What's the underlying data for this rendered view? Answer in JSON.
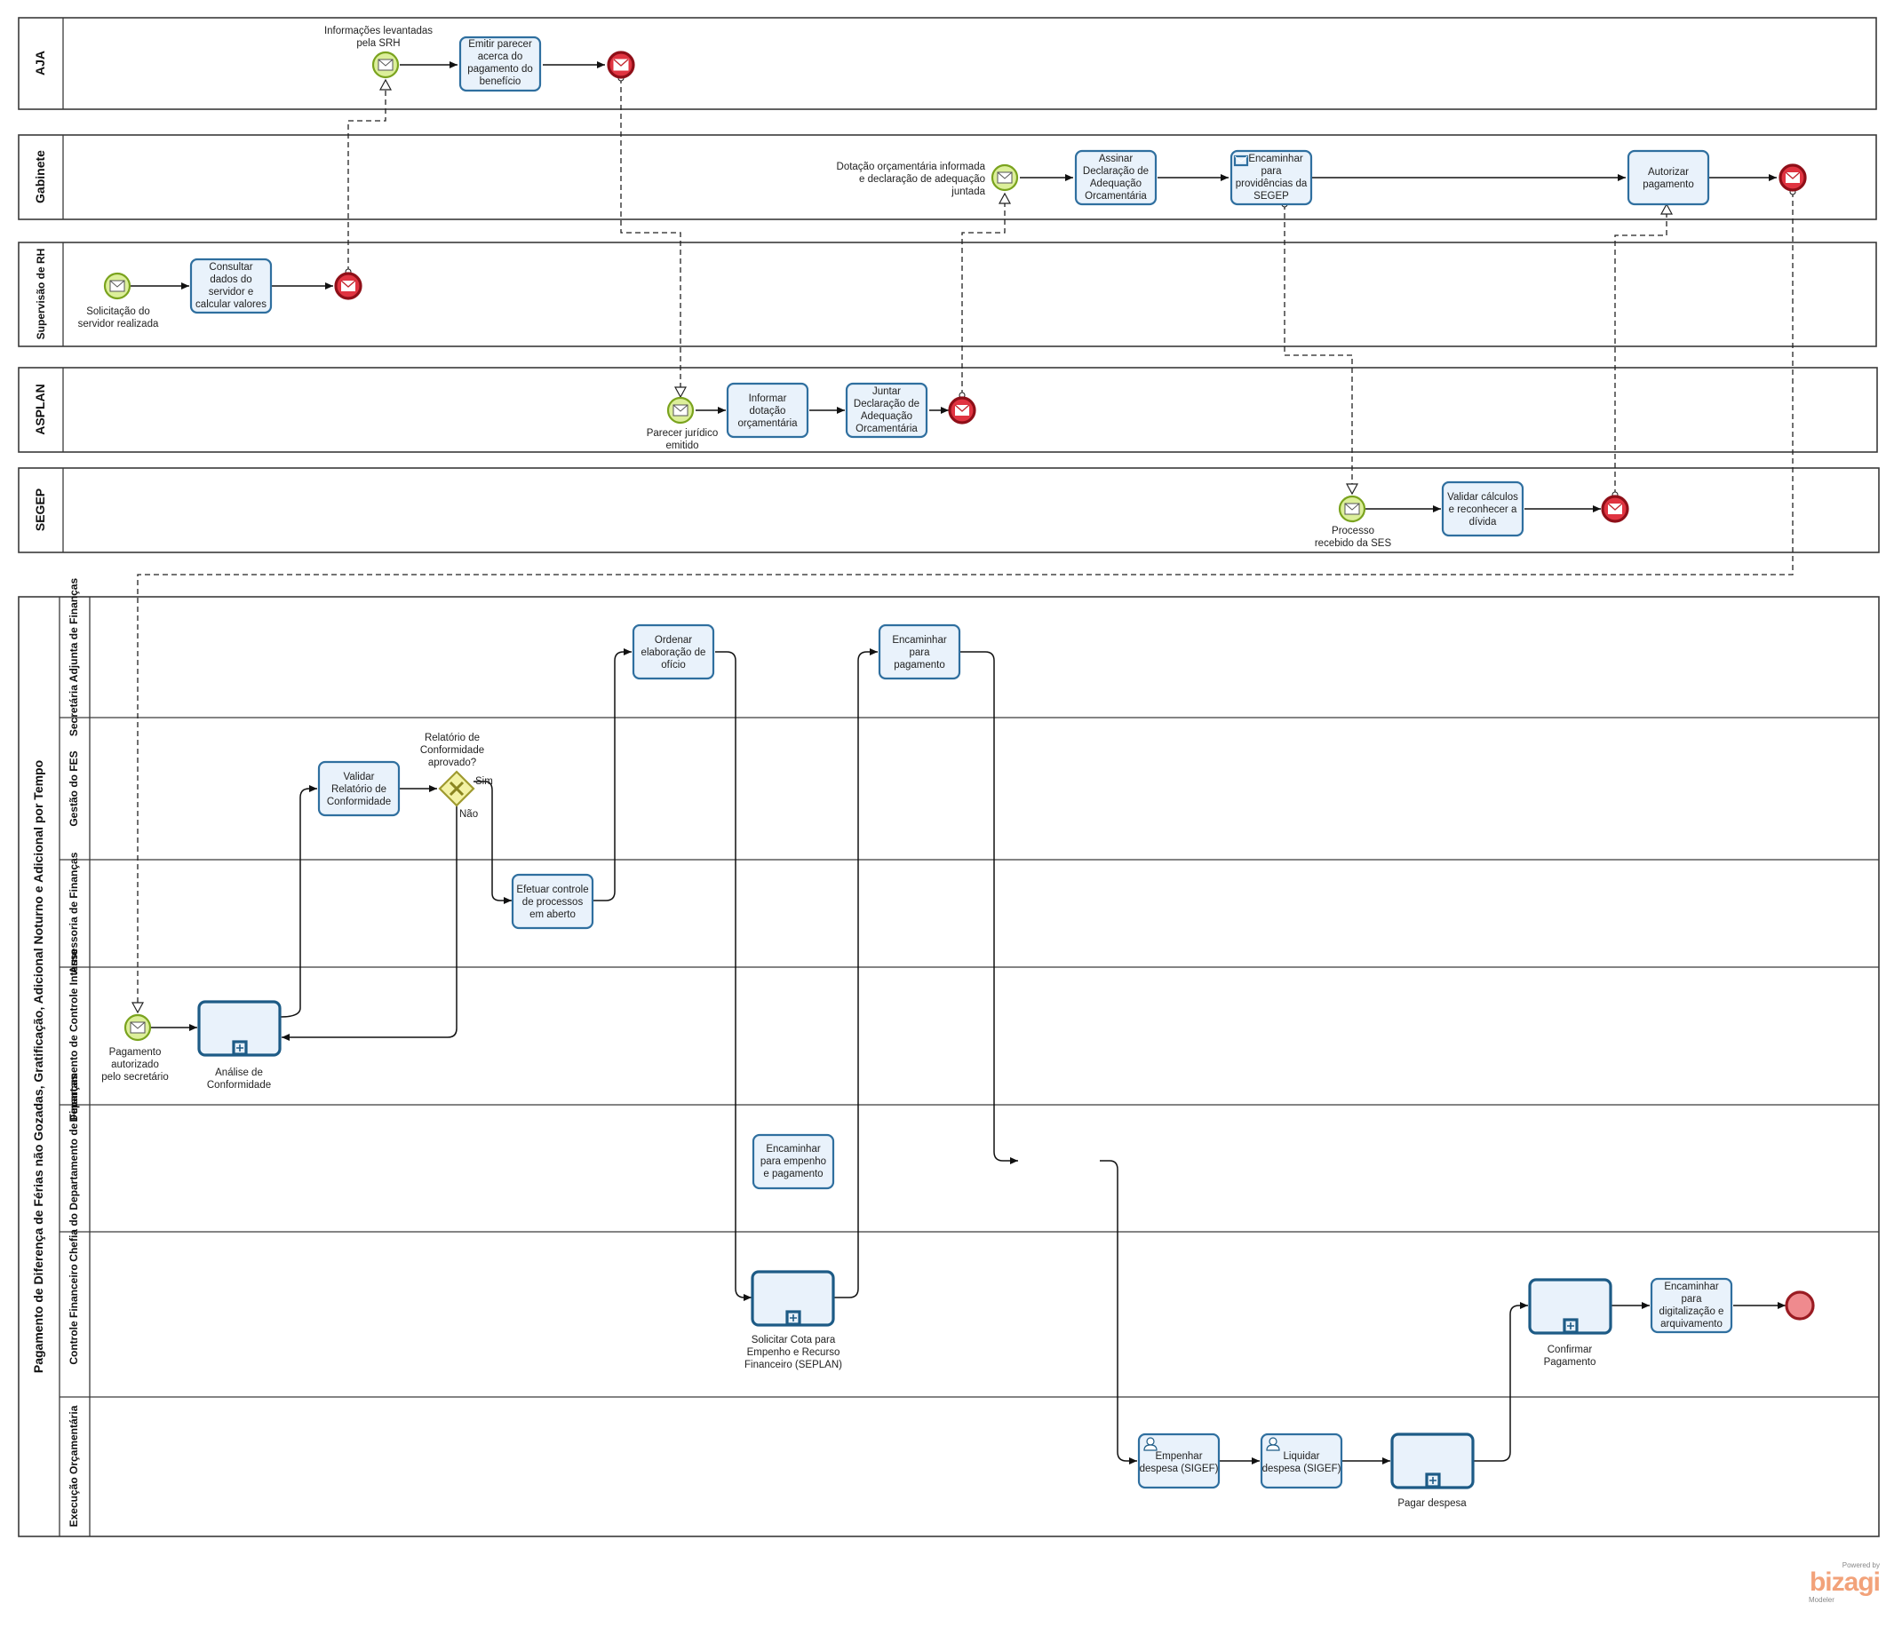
{
  "pools": {
    "aja": "AJA",
    "gabinete": "Gabinete",
    "rh": "Supervisão de RH",
    "asplan": "ASPLAN",
    "segep": "SEGEP",
    "main": "Pagamento de Diferença de Férias não Gozadas, Gratificação, Adicional Noturno e Adicional por Tempo"
  },
  "lanes": [
    "Secretária Adjunta de Finanças",
    "Gestão do FES",
    "Assessoria de Finanças",
    "Departamento de Controle Interno",
    "Chefia do Departamento de Finanças",
    "Controle Financeiro",
    "Execução Orçamentária"
  ],
  "tasks": {
    "emitir_parecer": "Emitir parecer acerca do pagamento do benefício",
    "assinar": "Assinar Declaração de Adequação Orcamentária",
    "encaminhar_segep": "Encaminhar para providências da SEGEP",
    "autorizar": "Autorizar pagamento",
    "consultar": "Consultar dados do servidor e calcular valores",
    "informar_dotacao": "Informar dotação orçamentária",
    "juntar_declaracao": "Juntar Declaração de Adequação Orcamentária",
    "validar_calculos": "Validar cálculos e reconhecer a dívida",
    "ordenar": "Ordenar elaboração de ofício",
    "encaminhar_pagamento": "Encaminhar para pagamento",
    "validar_relatorio": "Validar Relatório de Conformidade",
    "efetuar_controle": "Efetuar controle de processos em aberto",
    "encaminhar_empenho": "Encaminhar para empenho e pagamento",
    "empenhar": "Empenhar despesa (SIGEF)",
    "liquidar": "Liquidar despesa (SIGEF)",
    "encaminhar_digitalizacao": "Encaminhar para digitalização e arquivamento"
  },
  "subprocesses": {
    "analise": "Análise de Conformidade",
    "solicitar_cota": "Solicitar Cota para Empenho e Recurso Financeiro (SEPLAN)",
    "pagar": "Pagar despesa",
    "confirmar": "Confirmar Pagamento"
  },
  "events": {
    "informacoes": "Informações levantadas pela SRH",
    "dotacao_informada": "Dotação orçamentária informada e declaração de adequação juntada",
    "solicitacao": "Solicitação do servidor realizada",
    "parecer_emitido": "Parecer jurídico emitido",
    "processo_recebido": "Processo recebido da SES",
    "pagamento_autorizado": "Pagamento autorizado pelo secretário"
  },
  "gateway": {
    "question": "Relatório de Conformidade aprovado?",
    "yes": "Sim",
    "no": "Não"
  },
  "brand": {
    "powered": "Powered by",
    "name": "bizagi",
    "product": "Modeler"
  },
  "colors": {
    "task_fill": "#e9f2fb",
    "task_border": "#2f6f9f",
    "start_event": "#dcef9a",
    "end_event": "#e03441",
    "gateway": "#f3f2a4",
    "brand": "#f2a27a"
  }
}
